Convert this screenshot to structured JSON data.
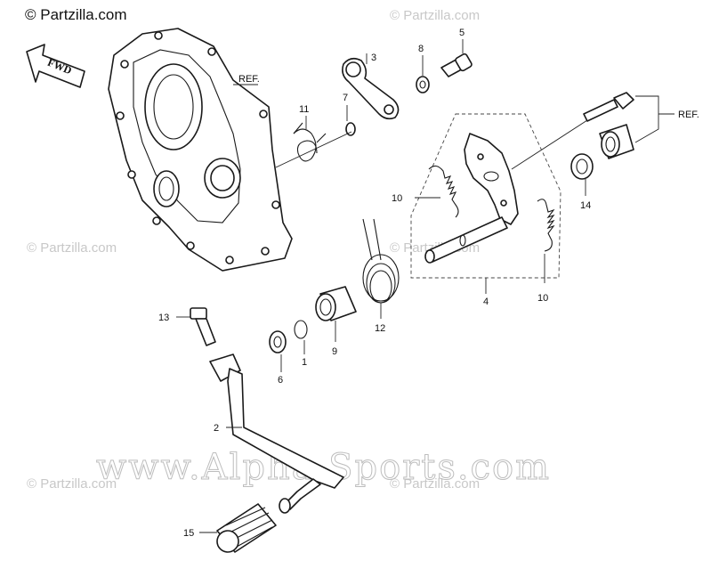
{
  "brand": "© Partzilla.com",
  "watermarks": {
    "partzilla": "© Partzilla.com",
    "alpha": "www.Alpha-Sports.com"
  },
  "direction_arrow": "FWD",
  "reference_label": "REF.",
  "callouts": {
    "c1": "1",
    "c2": "2",
    "c3": "3",
    "c4": "4",
    "c5": "5",
    "c6": "6",
    "c7": "7",
    "c8": "8",
    "c9": "9",
    "c10a": "10",
    "c10b": "10",
    "c11": "11",
    "c12": "12",
    "c13": "13",
    "c14": "14",
    "c15": "15"
  }
}
